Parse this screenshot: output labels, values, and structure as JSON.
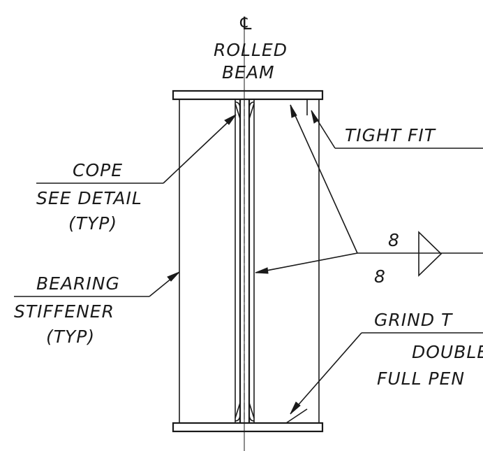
{
  "centerline": {
    "symbol": "℄",
    "line1": "ROLLED",
    "line2": "BEAM"
  },
  "labels": {
    "tight_fit": "TIGHT FIT",
    "cope": [
      "COPE",
      "SEE DETAIL",
      "(TYP)"
    ],
    "bearing": [
      "BEARING",
      "STIFFENER",
      "(TYP)"
    ],
    "grind": [
      "GRIND T",
      "DOUBLE",
      "FULL PEN"
    ]
  },
  "weld": {
    "size_top": "8",
    "size_bottom": "8"
  }
}
